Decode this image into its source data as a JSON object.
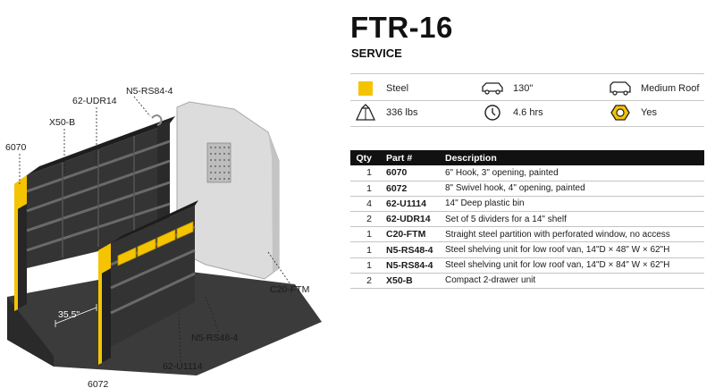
{
  "product": {
    "title": "FTR-16",
    "subtitle": "SERVICE"
  },
  "specs": {
    "material": {
      "label": "Steel",
      "icon": "color-swatch-icon",
      "color": "#f5c400"
    },
    "wheelbase": {
      "label": "130\"",
      "icon": "van-wheelbase-icon"
    },
    "roof": {
      "label": "Medium Roof",
      "icon": "van-roof-icon"
    },
    "weight": {
      "label": "336 lbs",
      "icon": "weight-icon"
    },
    "install_time": {
      "label": "4.6 hrs",
      "icon": "clock-icon"
    },
    "hardware": {
      "label": "Yes",
      "icon": "hardware-nut-icon"
    }
  },
  "table": {
    "headers": {
      "qty": "Qty",
      "part": "Part #",
      "description": "Description"
    },
    "rows": [
      {
        "qty": "1",
        "part": "6070",
        "description": "6\" Hook, 3\" opening, painted"
      },
      {
        "qty": "1",
        "part": "6072",
        "description": "8\" Swivel hook, 4\" opening, painted"
      },
      {
        "qty": "4",
        "part": "62-U1114",
        "description": "14\" Deep plastic bin"
      },
      {
        "qty": "2",
        "part": "62-UDR14",
        "description": "Set of 5 dividers for a 14\" shelf"
      },
      {
        "qty": "1",
        "part": "C20-FTM",
        "description": "Straight steel partition with perforated window, no access"
      },
      {
        "qty": "1",
        "part": "N5-RS48-4",
        "description": "Steel shelving unit for low roof van, 14\"D × 48\" W × 62\"H"
      },
      {
        "qty": "1",
        "part": "N5-RS84-4",
        "description": "Steel shelving unit for low roof van, 14\"D × 84\" W × 62\"H"
      },
      {
        "qty": "2",
        "part": "X50-B",
        "description": "Compact 2-drawer unit"
      }
    ]
  },
  "callouts": {
    "n5_rs84_4": "N5-RS84-4",
    "udr14": "62-UDR14",
    "x50_b": "X50-B",
    "hook_6070": "6070",
    "c20_ftm": "C20-FTM",
    "dimension": "35.5\"",
    "n5_rs48_4": "N5-RS48-4",
    "u1114": "62-U1114",
    "hook_6072": "6072"
  },
  "colors": {
    "accent_yellow": "#f5c400",
    "shelf_dark": "#2b2b2b",
    "partition": "#d9d9d9",
    "floor": "#3a3a3a"
  }
}
